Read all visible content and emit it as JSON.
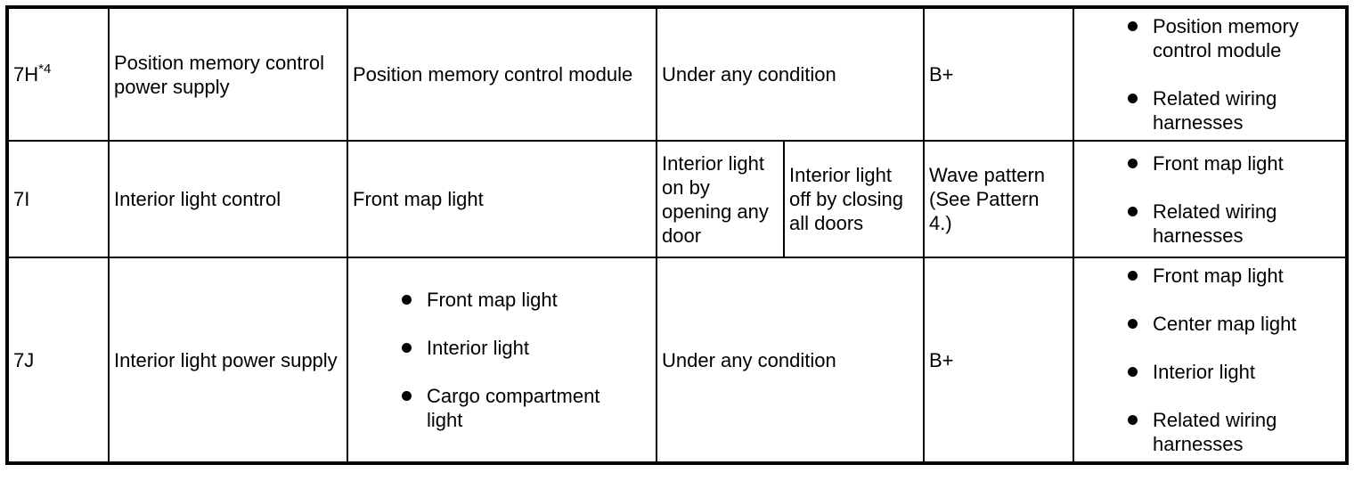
{
  "colors": {
    "text": "#000000",
    "border": "#000000",
    "background": "#ffffff"
  },
  "glyphs": {
    "bullet": "●"
  },
  "table": {
    "rows": [
      {
        "terminal": "7H",
        "terminal_sup": "*4",
        "system": "Position memory control power supply",
        "connected": "Position memory control module",
        "condition": "Under any condition",
        "value": "B+",
        "inspect_items": [
          "Position memory control module",
          "Related wiring harnesses"
        ]
      },
      {
        "terminal": "7I",
        "system": "Interior light control",
        "connected": "Front map light",
        "condition_on": "Interior light on by opening any door",
        "condition_off": "Interior light off by closing all doors",
        "value": "Wave pattern (See Pattern 4.)",
        "inspect_items": [
          "Front map light",
          "Related wiring harnesses"
        ]
      },
      {
        "terminal": "7J",
        "system": "Interior light power supply",
        "connected_items": [
          "Front map light",
          "Interior light",
          "Cargo compartment light"
        ],
        "condition": "Under any condition",
        "value": "B+",
        "inspect_items": [
          "Front map light",
          "Center map light",
          "Interior light",
          "Related wiring harnesses"
        ]
      }
    ]
  }
}
